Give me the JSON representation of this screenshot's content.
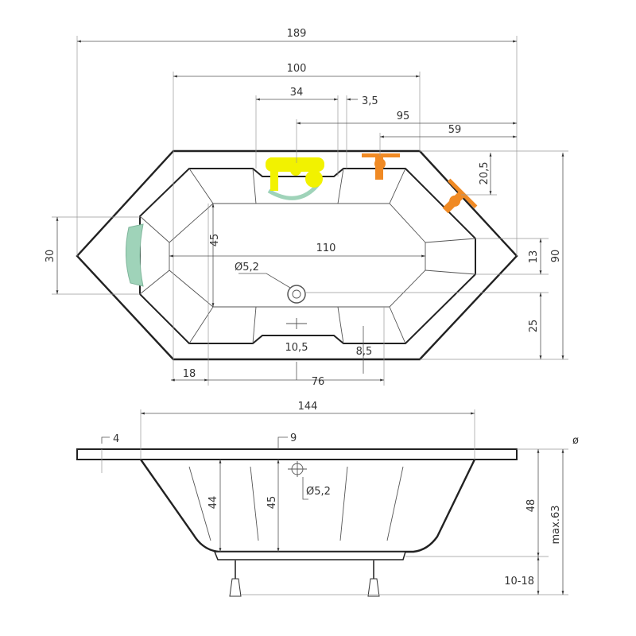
{
  "top_view": {
    "dims": {
      "total_length": "189",
      "top_edge": "100",
      "headrest_width": "34",
      "offset_small": "3,5",
      "faucet_center_1": "95",
      "faucet_center_2": "59",
      "faucet_depth": "20,5",
      "total_width": "90",
      "end_offset": "13",
      "drain_offset": "25",
      "handle_width": "30",
      "floor_width": "45",
      "floor_length": "110",
      "drain_diameter": "Ø5,2",
      "drain_to_edge": "10,5",
      "overflow_offset": "8,5",
      "left_step": "18",
      "drain_span": "76"
    },
    "colors": {
      "grip": "#f2f200",
      "faucet": "#f08a24",
      "handle": "#9fd3b9"
    }
  },
  "side_view": {
    "dims": {
      "inner_length": "144",
      "rim_thickness": "4",
      "rim_offset": "9",
      "overflow_diameter": "Ø5,2",
      "depth_a": "44",
      "depth_b": "45",
      "body_height": "48",
      "max_height": "max.63",
      "leg_range": "10-18",
      "symbol": "ø"
    }
  }
}
